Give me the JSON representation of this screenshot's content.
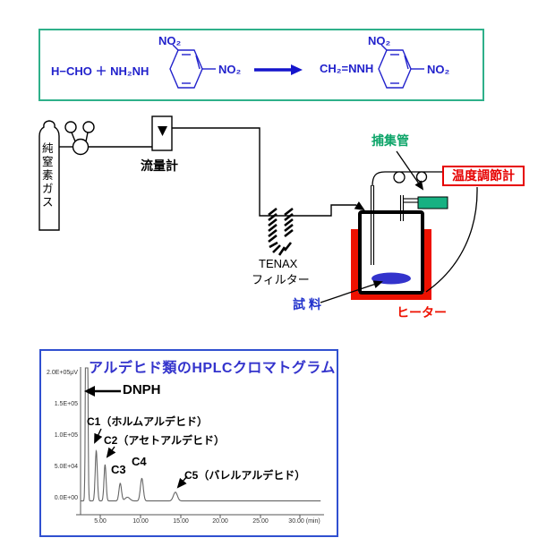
{
  "reaction_box": {
    "border_color": "#2eb08a",
    "text_color": "#2222cc",
    "arrow_color": "#1515cc",
    "reactant_formula": "H−CHO ＋ NH₂NH",
    "reactant_no2_top": "NO₂",
    "reactant_no2_side": "NO₂",
    "product_formula": "CH₂=NNH",
    "product_no2_top": "NO₂",
    "product_no2_side": "NO₂"
  },
  "apparatus": {
    "cylinder_label": "純窒素ガス",
    "flowmeter_label": "流量計",
    "tenax_label_line1": "TENAX",
    "tenax_label_line2": "フィルター",
    "capture_tube_label": "捕集管",
    "capture_tube_color": "#17b182",
    "temp_controller_label": "温度調節計",
    "temp_controller_color": "#e60000",
    "sample_label": "試 料",
    "sample_color": "#2233cc",
    "heater_label": "ヒーター",
    "heater_color": "#ee1100"
  },
  "chart_data": {
    "type": "line",
    "title": "アルデヒド類のHPLCクロマトグラム",
    "title_color": "#3333cc",
    "xlabel": "min",
    "ylabel": "µV",
    "xlim_min": [
      0,
      30
    ],
    "ylim_uV": [
      0,
      200000
    ],
    "grid": false,
    "legend": "none",
    "trace_color": "#666666",
    "x_tick_labels": [
      "5.00",
      "10.00",
      "15.00",
      "20.00",
      "25.00",
      "30.00 (min)"
    ],
    "x_tick_values": [
      5,
      10,
      15,
      20,
      25,
      30
    ],
    "y_tick_labels": [
      "2.0E+05μV",
      "1.5E+05",
      "1.0E+05",
      "5.0E+04",
      "0.0E+00"
    ],
    "y_tick_values": [
      200000,
      150000,
      100000,
      50000,
      0
    ],
    "peaks": [
      {
        "label": "DNPH",
        "rt_min": 3.3,
        "height_uV": 800000,
        "sigma_min": 0.1,
        "clipped": true
      },
      {
        "label": "C1（ホルムアルデヒド）",
        "rt_min": 4.5,
        "height_uV": 80000,
        "sigma_min": 0.13,
        "clipped": false
      },
      {
        "label": "C2（アセトアルデヒド）",
        "rt_min": 5.6,
        "height_uV": 58000,
        "sigma_min": 0.13,
        "clipped": false
      },
      {
        "label": "C3",
        "rt_min": 7.5,
        "height_uV": 28000,
        "sigma_min": 0.16,
        "clipped": false
      },
      {
        "label": "",
        "rt_min": 8.4,
        "height_uV": 6000,
        "sigma_min": 0.3,
        "clipped": false
      },
      {
        "label": "C4",
        "rt_min": 10.2,
        "height_uV": 36000,
        "sigma_min": 0.18,
        "clipped": false
      },
      {
        "label": "C5（バレルアルデヒド）",
        "rt_min": 14.4,
        "height_uV": 14000,
        "sigma_min": 0.25,
        "clipped": false
      }
    ]
  }
}
